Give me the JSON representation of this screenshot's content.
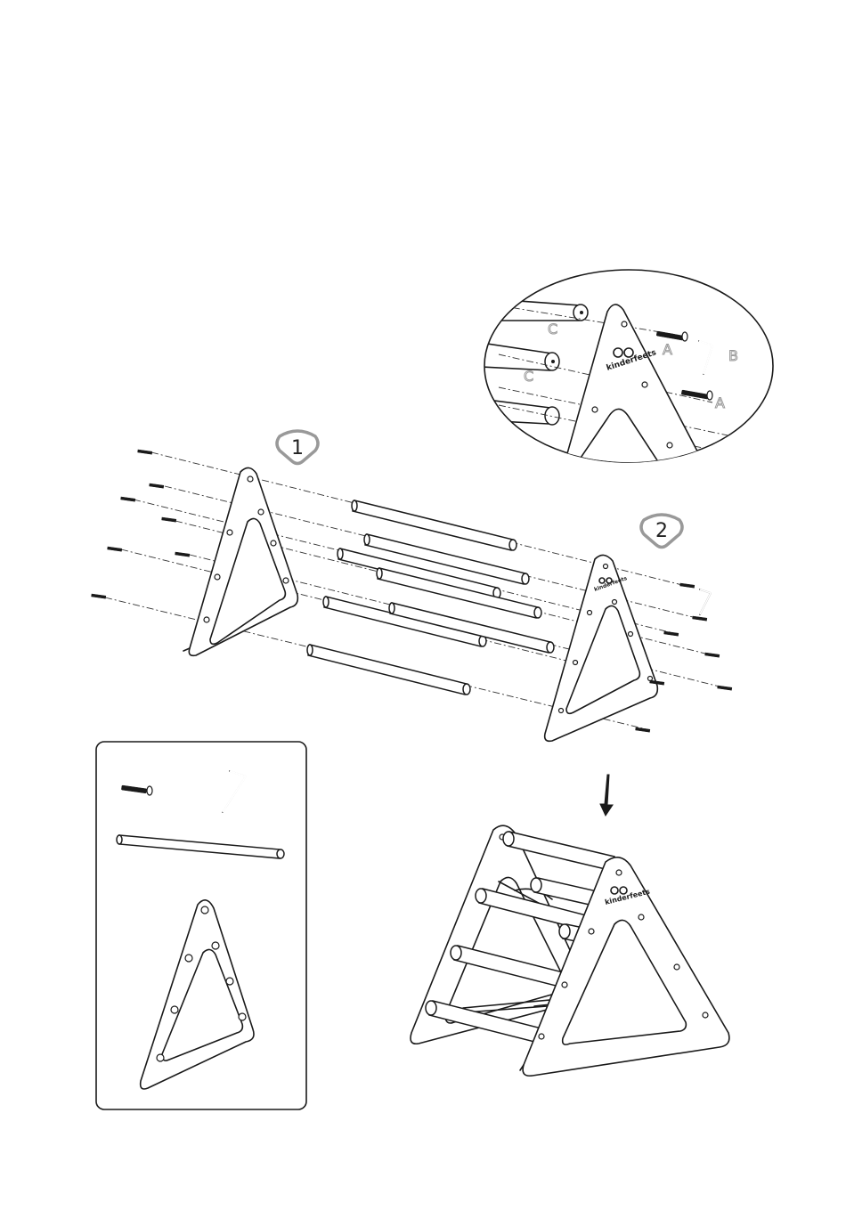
{
  "steps": [
    {
      "number": "1"
    },
    {
      "number": "2"
    }
  ],
  "parts": {
    "screw": "A",
    "hex_key": "B",
    "rod": "C"
  },
  "brand": {
    "logo_text": "kinderfeets"
  }
}
